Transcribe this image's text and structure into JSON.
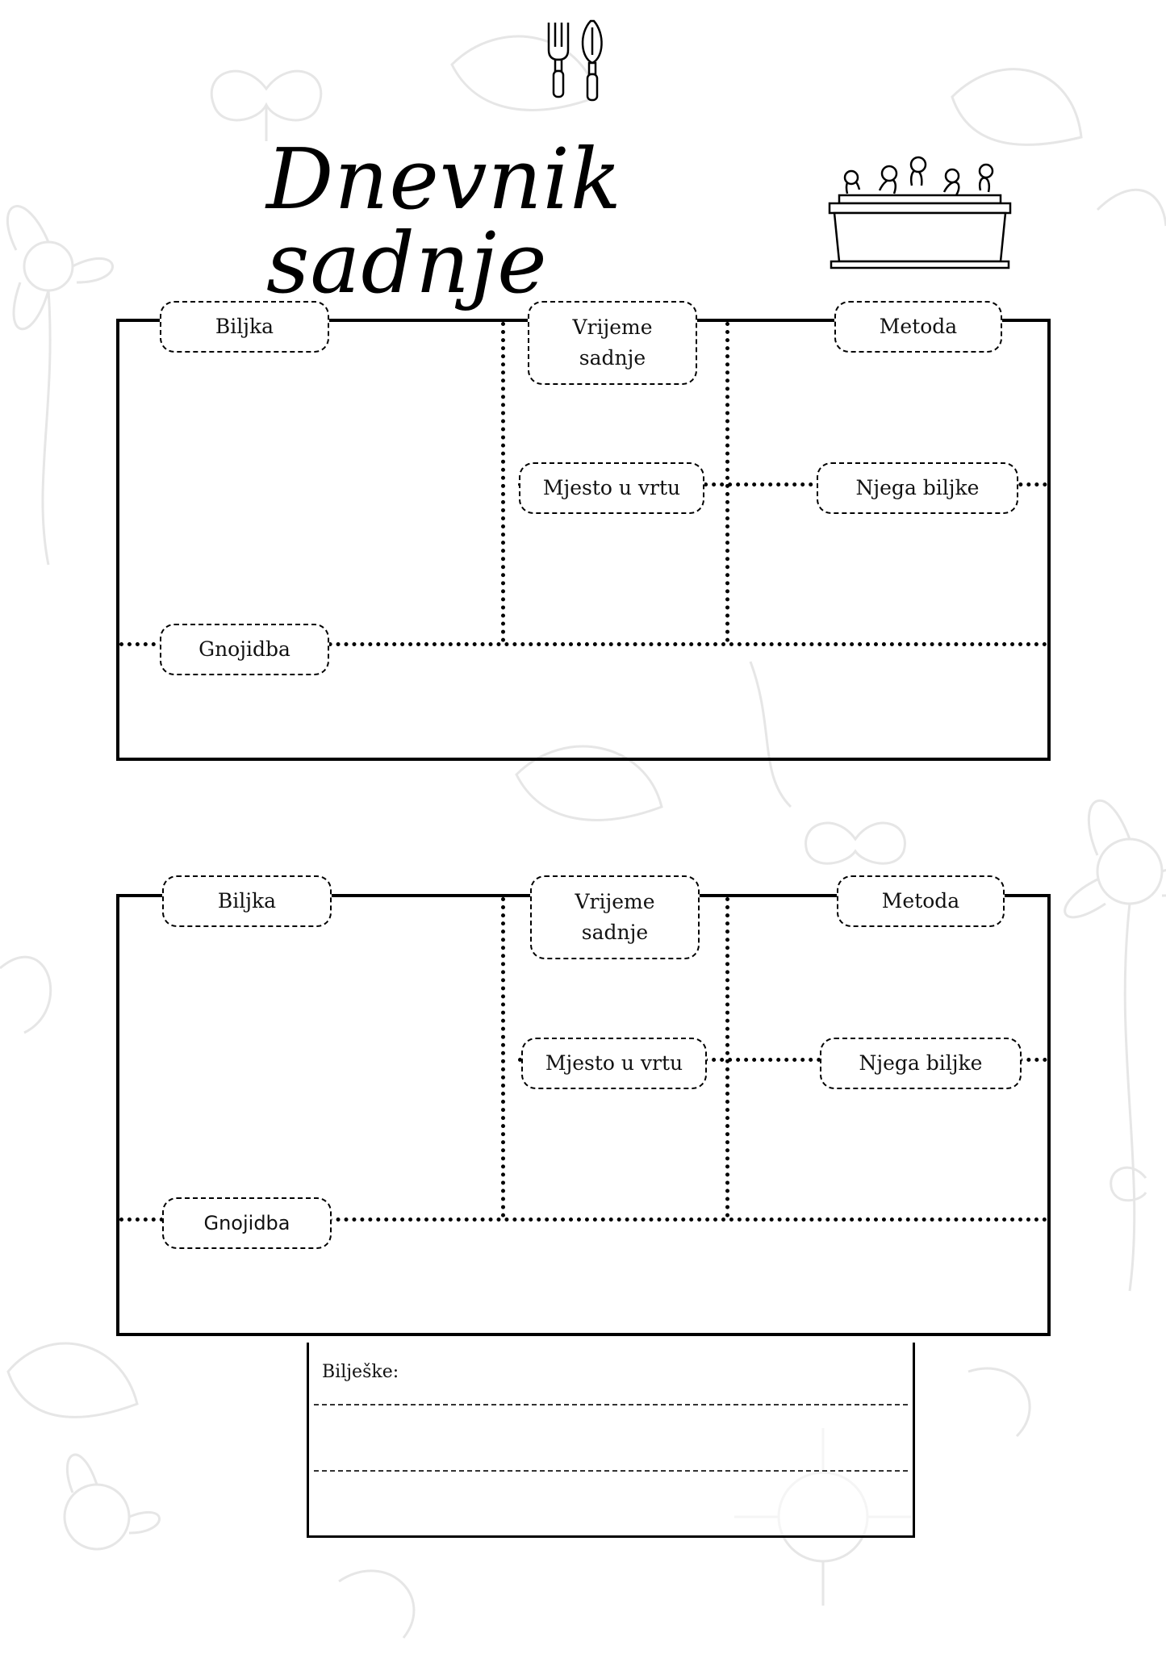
{
  "title": "Dnevnik sadnje",
  "icons": [
    "garden-fork-icon",
    "garden-trowel-icon",
    "flower-box-icon"
  ],
  "sections": [
    {
      "plant_label": "Biljka",
      "planting_time_label_line1": "Vrijeme",
      "planting_time_label_line2": "sadnje",
      "method_label": "Metoda",
      "garden_location_label": "Mjesto u vrtu",
      "plant_care_label": "Njega biljke",
      "fertilization_label": "Gnojidba"
    },
    {
      "plant_label": "Biljka",
      "planting_time_label_line1": "Vrijeme",
      "planting_time_label_line2": "sadnje",
      "method_label": "Metoda",
      "garden_location_label": "Mjesto u vrtu",
      "plant_care_label": "Njega biljke",
      "fertilization_label": "Gnojidba"
    }
  ],
  "notes": {
    "label": "Bilješke:"
  },
  "colors": {
    "ink": "#000000",
    "background": "#ffffff",
    "decoration": "#e6e6e6"
  }
}
